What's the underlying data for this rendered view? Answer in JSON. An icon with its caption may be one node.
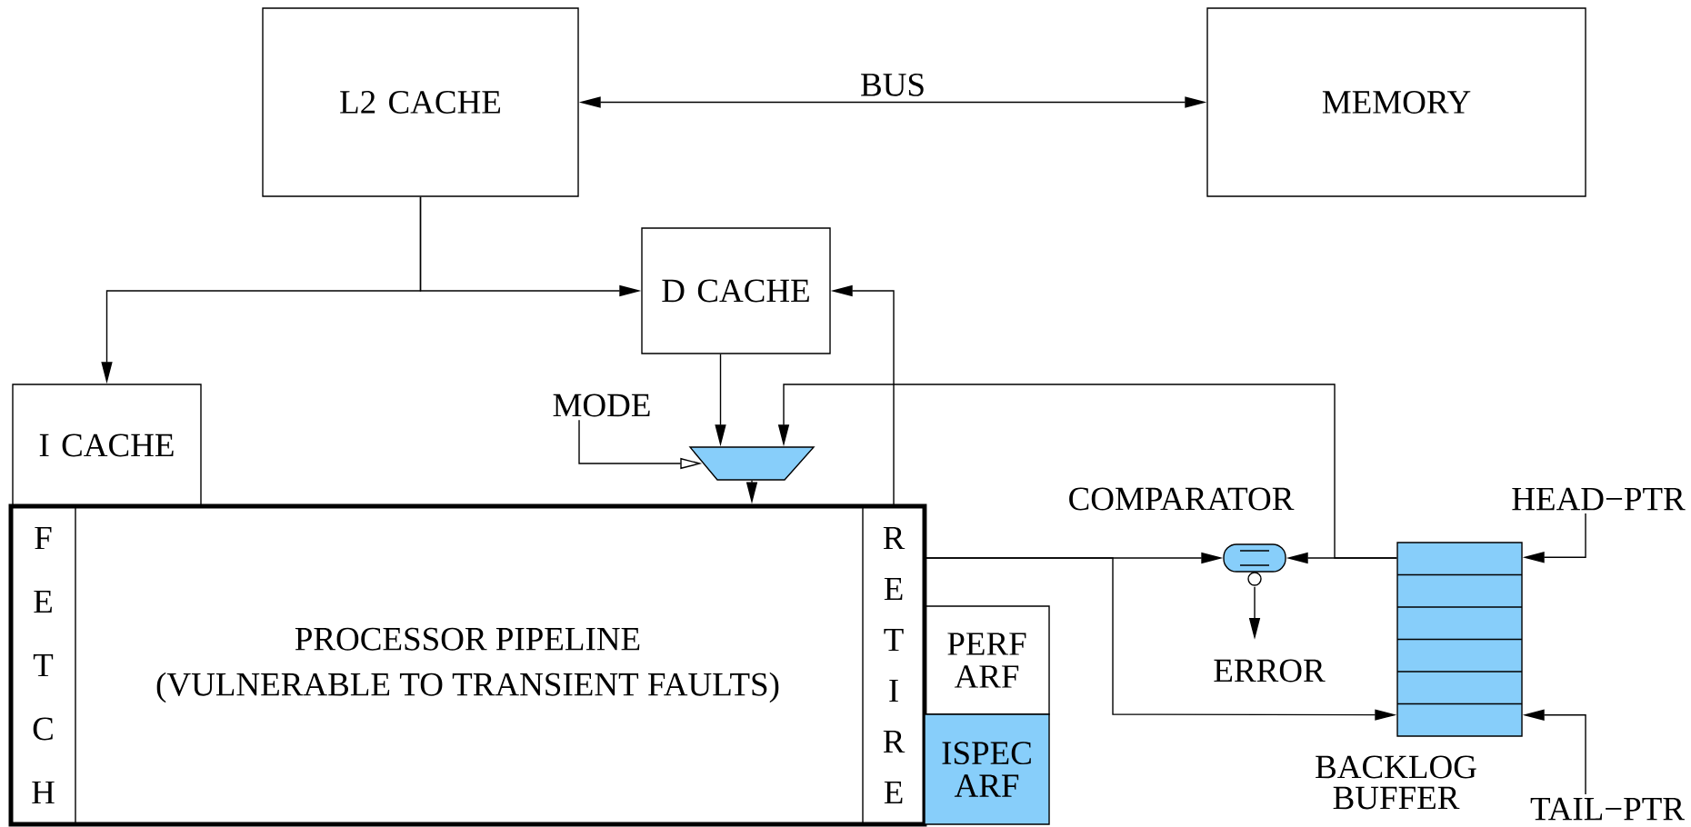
{
  "diagram": {
    "nodes": [
      {
        "text": [
          "L2 CACHE"
        ]
      },
      {
        "text": [
          "MEMORY"
        ]
      },
      {
        "text": [
          "D CACHE"
        ]
      },
      {
        "text": [
          "I CACHE"
        ]
      },
      {
        "text": [
          "MODE"
        ]
      },
      {
        "text": [],
        "shape": "trapezoid"
      },
      {
        "text": [
          "PROCESSOR PIPELINE",
          "(VULNERABLE TO TRANSIENT FAULTS)"
        ]
      },
      {
        "text": [
          "F E T C H"
        ],
        "in": 6
      },
      {
        "text": [
          "R E T I R E"
        ],
        "in": 6
      },
      {
        "text": [
          "PERF ARF"
        ]
      },
      {
        "text": [
          "ISPEC ARF"
        ]
      },
      {
        "text": [
          "COMPARATOR"
        ]
      },
      {
        "text": [
          "ERROR"
        ]
      },
      {
        "text": [
          "BACKLOG BUFFER"
        ]
      },
      {
        "text": [
          "HEAD−PTR"
        ]
      },
      {
        "text": [
          "TAIL−PTR"
        ]
      }
    ],
    "edges": [
      {
        "from": 0,
        "to": 1,
        "arrow": "both",
        "label": "BUS"
      },
      {
        "from": 0,
        "to": 3,
        "arrow": "to"
      },
      {
        "from": 0,
        "to": 2,
        "arrow": "to"
      },
      {
        "from": 8,
        "to": 2,
        "arrow": "to"
      },
      {
        "from": 2,
        "to": 5,
        "arrow": "to"
      },
      {
        "from": 4,
        "to": 5,
        "arrow": "to"
      },
      {
        "from": 5,
        "to": 6,
        "arrow": "to"
      },
      {
        "from": 13,
        "to": 11,
        "arrow": "to"
      },
      {
        "from": 13,
        "to": 5,
        "arrow": "to"
      },
      {
        "from": 8,
        "to": 11,
        "arrow": "to"
      },
      {
        "from": 8,
        "to": 13,
        "arrow": "to"
      },
      {
        "from": 11,
        "to": 12,
        "arrow": "to"
      },
      {
        "from": 14,
        "to": 13,
        "arrow": "to"
      },
      {
        "from": 15,
        "to": 13,
        "arrow": "to"
      }
    ]
  }
}
